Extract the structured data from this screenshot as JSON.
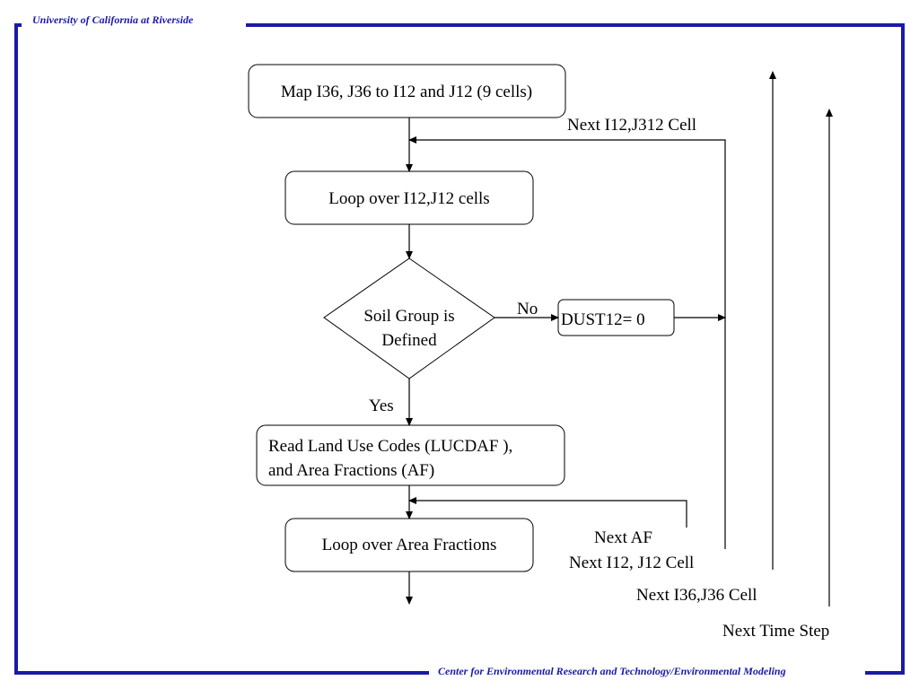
{
  "header": {
    "top_label": "University of California at Riverside"
  },
  "footer": {
    "bottom_label": "Center for Environmental Research and Technology/Environmental Modeling"
  },
  "flow": {
    "map_step": "Map I36, J36 to I12 and J12 (9 cells)",
    "loop_cells": "Loop over I12,J12 cells",
    "decision_line1": "Soil Group is",
    "decision_line2": "Defined",
    "no_label": "No",
    "yes_label": "Yes",
    "dust_box": "DUST12= 0",
    "read_line1": "Read Land Use Codes (LUCDAF ),",
    "read_line2": "and Area Fractions (AF)",
    "loop_af": "Loop over Area Fractions",
    "next_cell_312": "Next  I12,J312 Cell",
    "next_af": "Next  AF",
    "next_cell_12": "Next  I12, J12 Cell",
    "next_cell_36": "Next I36,J36 Cell",
    "next_time": "Next Time Step"
  },
  "colors": {
    "frame": "#1a1aa6",
    "line": "#000000"
  }
}
